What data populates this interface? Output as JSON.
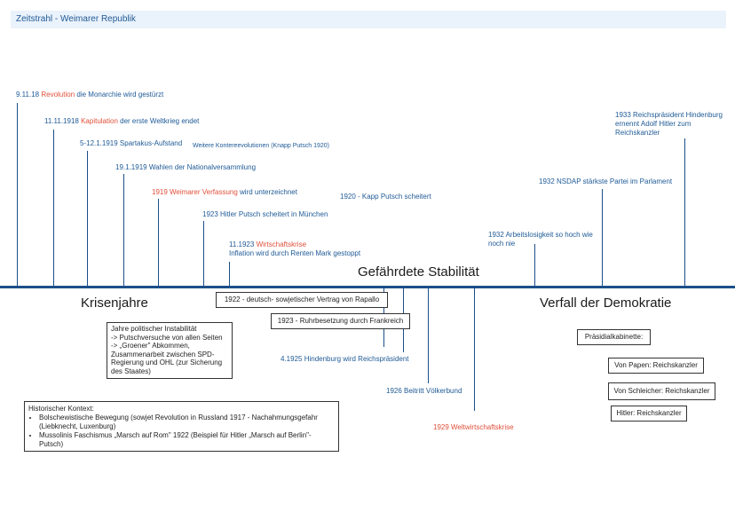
{
  "title": "Zeitstrahl - Weimarer Republik",
  "colors": {
    "line": "#1b4f8a",
    "text": "#1f5a96",
    "highlight": "#e0503a"
  },
  "phases": {
    "crisis": "Krisenjahre",
    "stability": "Gefährdete Stabilität",
    "decline": "Verfall der Demokratie"
  },
  "events_top": [
    {
      "date": "9.11.18",
      "keyword": "Revolution",
      "rest": "die Monarchie wird gestürzt"
    },
    {
      "date": "11.11.1918",
      "keyword": "Kapitulation",
      "rest": "der erste Weltkrieg endet"
    },
    {
      "text": "5-12.1.1919 Spartakus-Aufstand"
    },
    {
      "text": "Weitere Kontereevolutionen (Knapp Putsch 1920)"
    },
    {
      "text": "19.1.1919 Wahlen der Nationalversammlung"
    },
    {
      "keyword": "1919 Weimarer Verfassung",
      "rest": "wird unterzeichnet"
    },
    {
      "text": "1923 Hitler Putsch scheitert in München"
    },
    {
      "date": "11.1923",
      "keyword": "Wirtschaftskrise",
      "line2": "Inflation wird durch Renten Mark gestoppt"
    },
    {
      "text": "1920 - Kapp Putsch scheitert"
    },
    {
      "line1": "1932 Arbeitslosigkeit so hoch wie",
      "line2": "noch nie"
    },
    {
      "text": "1932 NSDAP stärkste Partei im Parlament"
    },
    {
      "line1": "1933 Reichspräsident Hindenburg",
      "line2": "ernennt Adolf Hitler zum",
      "line3": "Reichskanzler"
    }
  ],
  "events_bottom": [
    {
      "text": "1922 - deutsch- sowjetischer Vertrag von Rapallo"
    },
    {
      "text": "1923 - Ruhrbesetzung durch Frankreich"
    },
    {
      "text": "4.1925 Hindenburg wird Reichspräsident"
    },
    {
      "text": "1926 Beitritt Völkerbund"
    },
    {
      "keyword": "1929 Weltwirtschaftskrise"
    }
  ],
  "note_instability": {
    "lines": [
      "Jahre politischer Instabilität",
      "-> Putschversuche von allen Seiten",
      "-> „Groener\" Abkommen,",
      "Zusammenarbeit zwischen SPD-",
      "Regierung und OHL (zur Sicherung",
      "des Staates)"
    ]
  },
  "context": {
    "heading": "Historischer Kontext:",
    "items": [
      "Bolschewistische Bewegung (sowjet Revolution in Russland 1917 - Nachahmungsgefahr (Liebknecht, Luxenburg)",
      "Mussolinis Faschismus „Marsch auf Rom\" 1922 (Beispiel für Hitler „Marsch auf Berlin\"-Putsch)"
    ]
  },
  "cabinets": {
    "heading": "Präsidialkabinette:",
    "items": [
      "Von Papen: Reichskanzler",
      "Von Schleicher: Reichskanzler",
      "Hitler: Reichskanzler"
    ]
  }
}
